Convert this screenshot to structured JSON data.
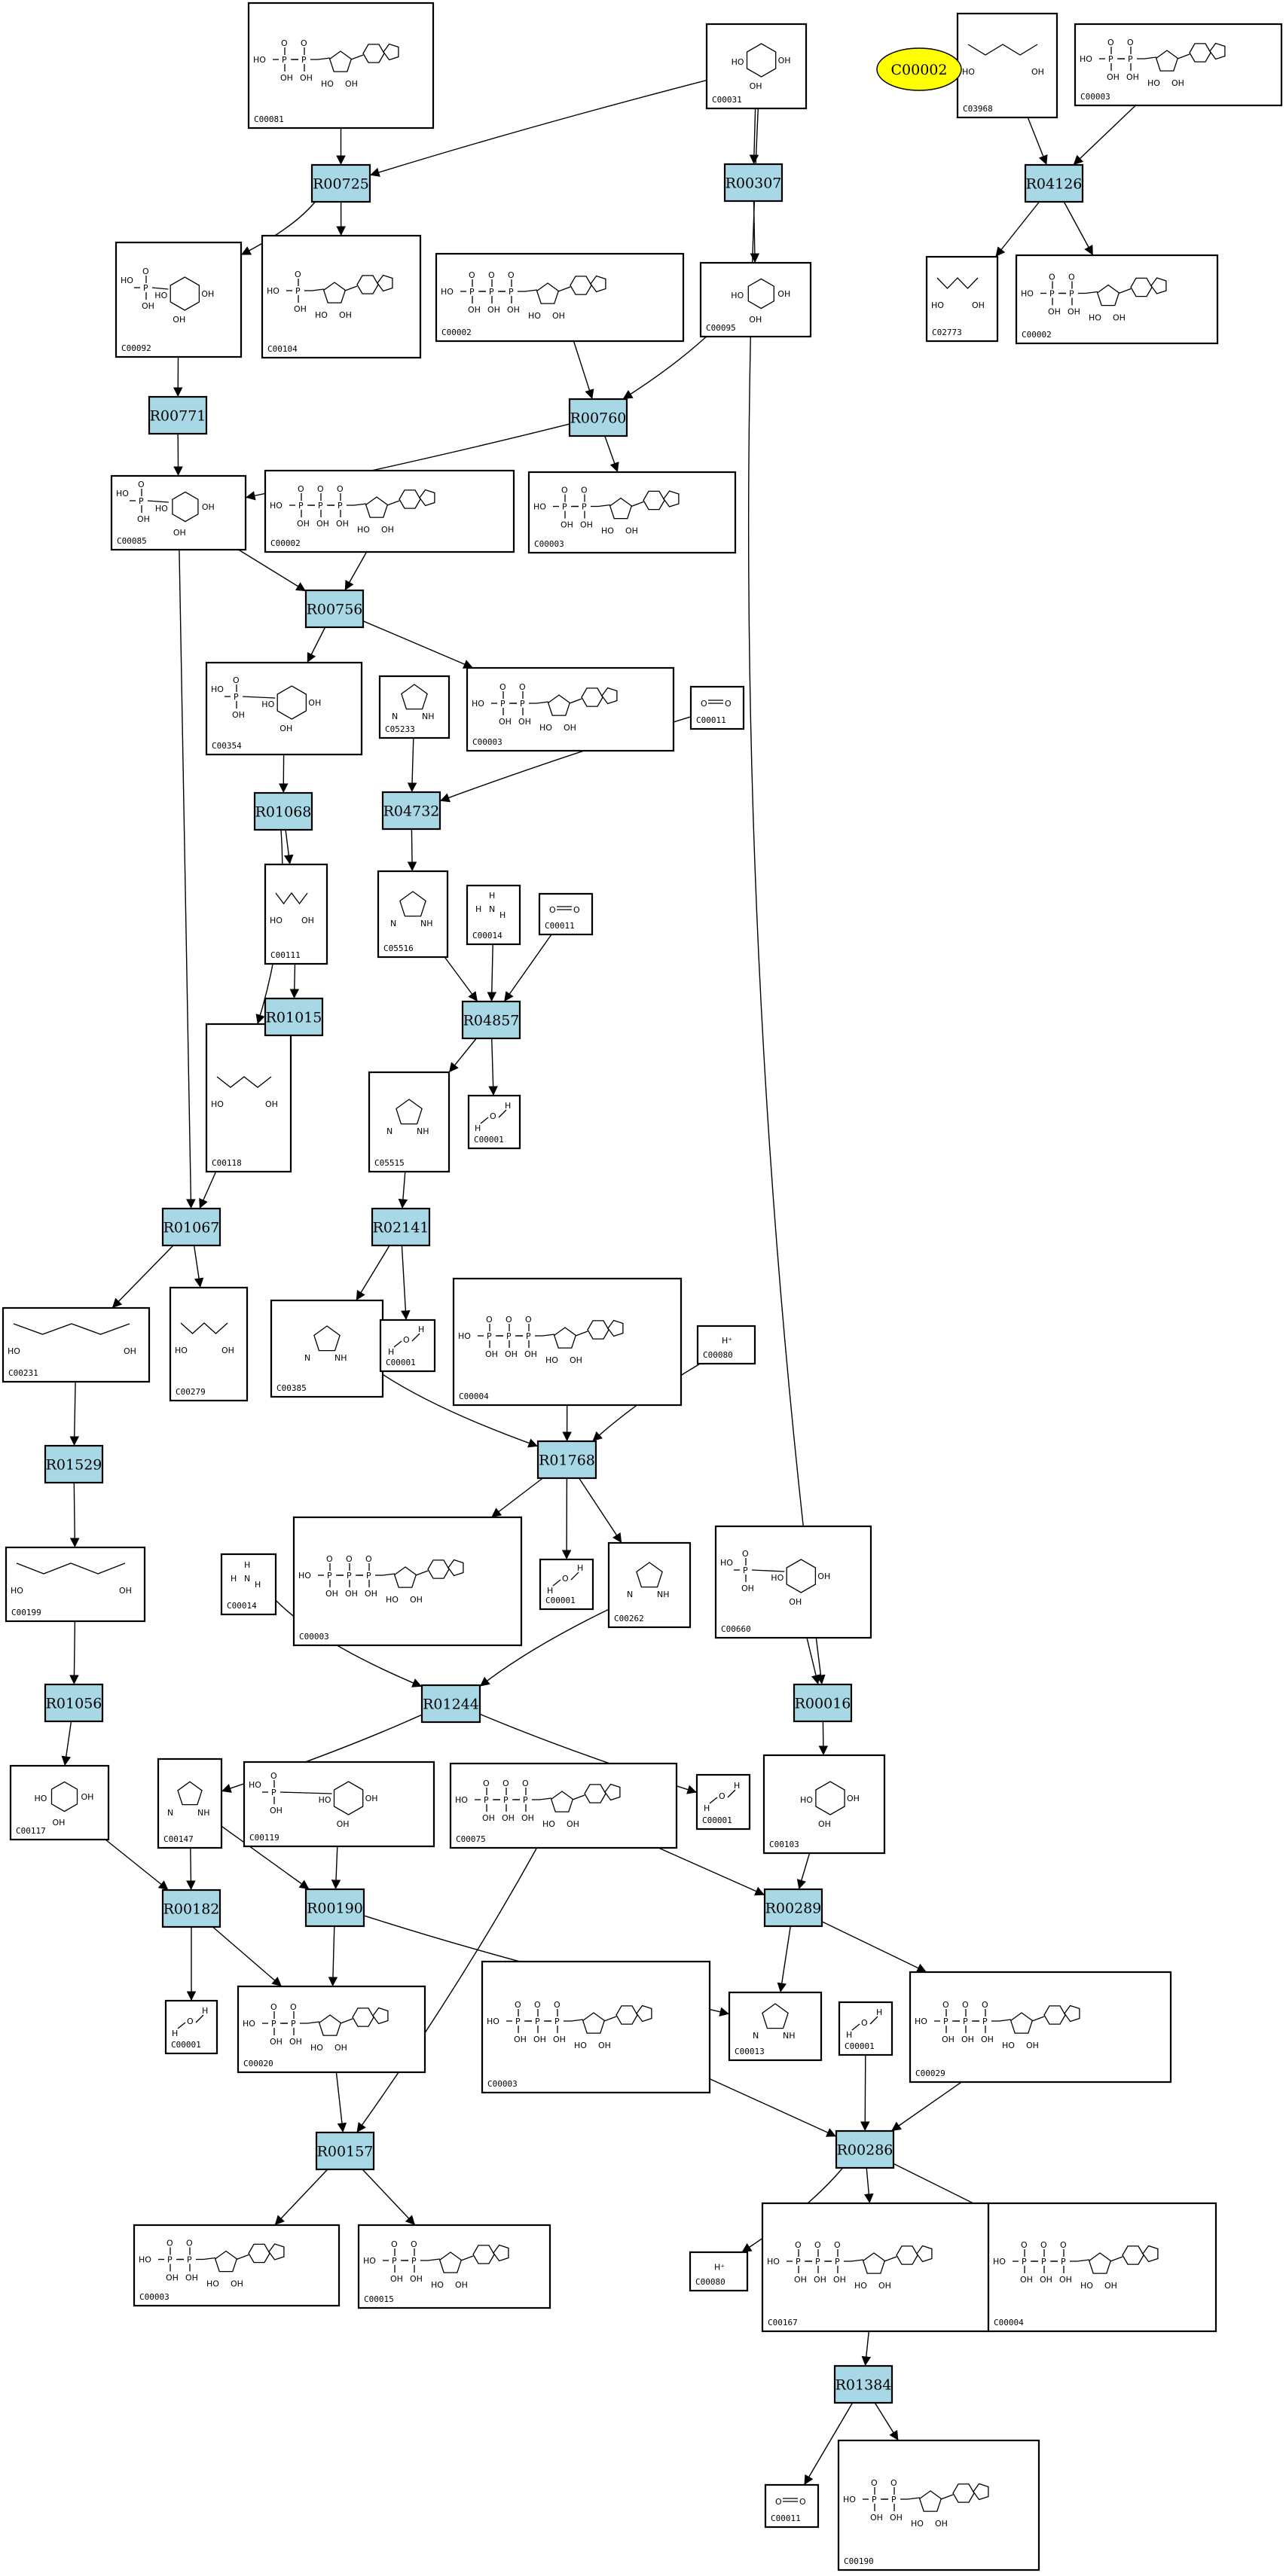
{
  "highlight": {
    "label": "C00002"
  },
  "compounds": [
    {
      "id": "C00081"
    },
    {
      "id": "C00031"
    },
    {
      "id": "C03968"
    },
    {
      "id": "C00003a",
      "label": "C00003"
    },
    {
      "id": "C00092"
    },
    {
      "id": "C00104"
    },
    {
      "id": "C00002a",
      "label": "C00002"
    },
    {
      "id": "C00095"
    },
    {
      "id": "C02773"
    },
    {
      "id": "C00002b",
      "label": "C00002"
    },
    {
      "id": "C00085"
    },
    {
      "id": "C00002c",
      "label": "C00002"
    },
    {
      "id": "C00003b",
      "label": "C00003"
    },
    {
      "id": "C00354"
    },
    {
      "id": "C05233"
    },
    {
      "id": "C00003c",
      "label": "C00003"
    },
    {
      "id": "C00011a",
      "label": "C00011"
    },
    {
      "id": "C00111"
    },
    {
      "id": "C05516"
    },
    {
      "id": "C00014a",
      "label": "C00014"
    },
    {
      "id": "C00011b",
      "label": "C00011"
    },
    {
      "id": "C00118"
    },
    {
      "id": "C05515"
    },
    {
      "id": "C00001a",
      "label": "C00001"
    },
    {
      "id": "C00231"
    },
    {
      "id": "C00279"
    },
    {
      "id": "C00385"
    },
    {
      "id": "C00001b",
      "label": "C00001"
    },
    {
      "id": "C00004a",
      "label": "C00004"
    },
    {
      "id": "C00080a",
      "label": "C00080"
    },
    {
      "id": "C00199"
    },
    {
      "id": "C00014b",
      "label": "C00014"
    },
    {
      "id": "C00003d",
      "label": "C00003"
    },
    {
      "id": "C00001c",
      "label": "C00001"
    },
    {
      "id": "C00262"
    },
    {
      "id": "C00660"
    },
    {
      "id": "C00117"
    },
    {
      "id": "C00147"
    },
    {
      "id": "C00119"
    },
    {
      "id": "C00075"
    },
    {
      "id": "C00001d",
      "label": "C00001"
    },
    {
      "id": "C00103"
    },
    {
      "id": "C00001e",
      "label": "C00001"
    },
    {
      "id": "C00020"
    },
    {
      "id": "C00003e",
      "label": "C00003"
    },
    {
      "id": "C00013"
    },
    {
      "id": "C00001f",
      "label": "C00001"
    },
    {
      "id": "C00029"
    },
    {
      "id": "C00003f",
      "label": "C00003"
    },
    {
      "id": "C00015"
    },
    {
      "id": "C00080b",
      "label": "C00080"
    },
    {
      "id": "C00167"
    },
    {
      "id": "C00004b",
      "label": "C00004"
    },
    {
      "id": "C00011c",
      "label": "C00011"
    },
    {
      "id": "C00190"
    }
  ],
  "reactions": [
    "R00725",
    "R00307",
    "R04126",
    "R00771",
    "R00760",
    "R00756",
    "R01068",
    "R04732",
    "R01015",
    "R04857",
    "R01067",
    "R02141",
    "R01529",
    "R01768",
    "R01056",
    "R01244",
    "R00016",
    "R00182",
    "R00190",
    "R00289",
    "R00286",
    "R00157",
    "R01384"
  ]
}
